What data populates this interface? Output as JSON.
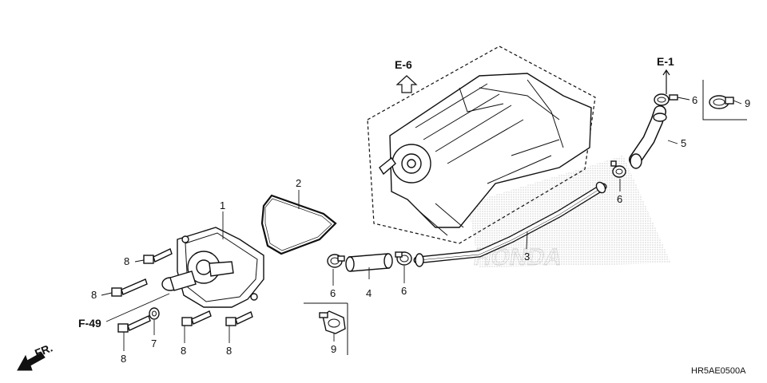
{
  "diagram_code": "HR5AE0500A",
  "refs": {
    "e6": "E-6",
    "e1": "E-1",
    "f49": "F-49",
    "fr": "FR."
  },
  "callouts": {
    "c1": "1",
    "c2": "2",
    "c3": "3",
    "c4": "4",
    "c5": "5",
    "c6a": "6",
    "c6b": "6",
    "c6c": "6",
    "c6d": "6",
    "c7": "7",
    "c8a": "8",
    "c8b": "8",
    "c8c": "8",
    "c8d": "8",
    "c8e": "8",
    "c9a": "9",
    "c9b": "9"
  },
  "watermark": "HONDA"
}
